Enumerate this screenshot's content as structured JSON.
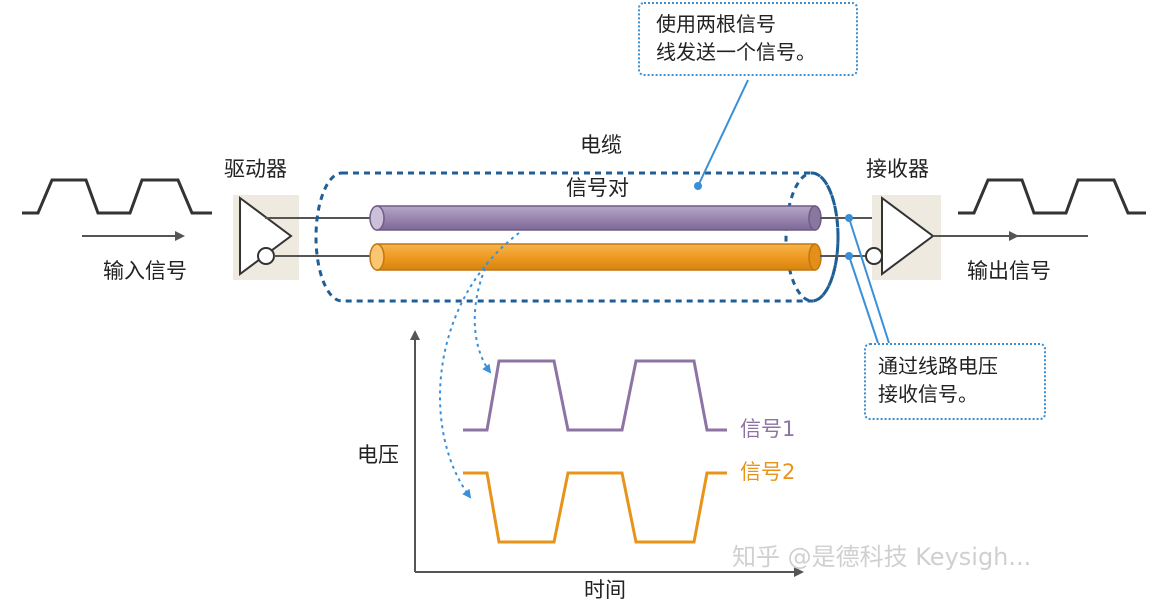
{
  "labels": {
    "driver": "驱动器",
    "receiver": "接收器",
    "input_signal": "输入信号",
    "output_signal": "输出信号",
    "cable": "电缆",
    "signal_pair": "信号对",
    "voltage": "电压",
    "time": "时间",
    "signal1": "信号1",
    "signal2": "信号2"
  },
  "callouts": {
    "top_line1": "使用两根信号",
    "top_line2": "线发送一个信号。",
    "right_line1": "通过线路电压",
    "right_line2": "接收信号。"
  },
  "watermark": "知乎 @是德科技 Keysigh...",
  "colors": {
    "signal1": "#8d74a4",
    "signal2": "#e8941a",
    "cable_outline": "#1f5e97",
    "callout_border": "#3c8fd0",
    "component_bg": "#efeadf"
  }
}
